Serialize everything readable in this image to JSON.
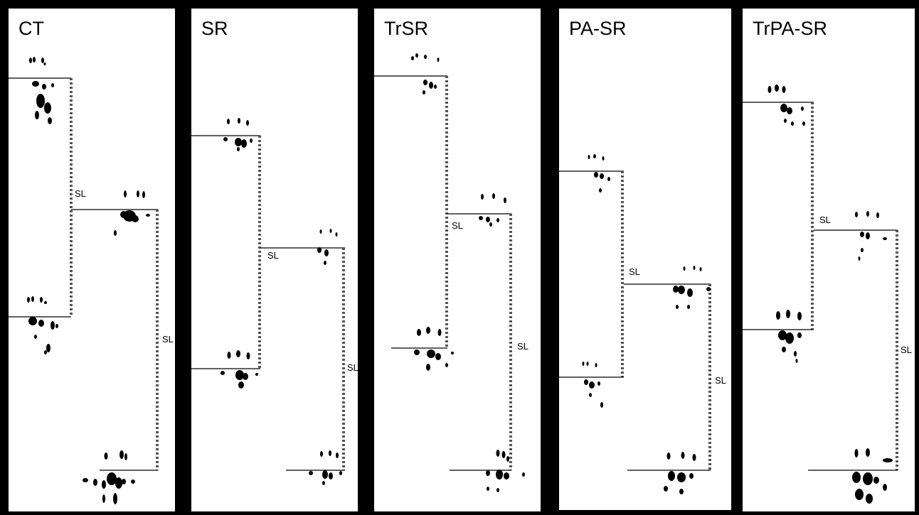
{
  "figure": {
    "background": "#000000",
    "panel_background": "#ffffff",
    "ink_color": "#000000",
    "dash_color": "#555555",
    "panels": [
      {
        "title": "CT",
        "stride_label": "SL"
      },
      {
        "title": "SR",
        "stride_label": "SL"
      },
      {
        "title": "TrSR",
        "stride_label": "SL"
      },
      {
        "title": "PA-SR",
        "stride_label": "SL"
      },
      {
        "title": "TrPA-SR",
        "stride_label": "SL"
      }
    ]
  }
}
